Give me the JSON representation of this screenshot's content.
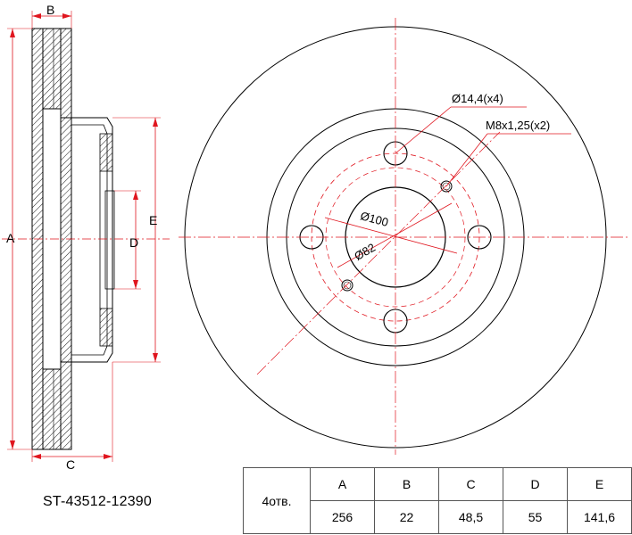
{
  "part_number": "ST-43512-12390",
  "dimension_letters": {
    "a": "A",
    "b": "B",
    "c": "C",
    "d": "D",
    "e": "E"
  },
  "callouts": {
    "bolt_holes": "Ø14,4(x4)",
    "threaded_holes": "M8x1,25(x2)",
    "pcd": "Ø100",
    "center_bore": "Ø82"
  },
  "spec_table": {
    "holes_label": "4отв.",
    "headers": [
      "A",
      "B",
      "C",
      "D",
      "E"
    ],
    "values": [
      "256",
      "22",
      "48,5",
      "55",
      "141,6"
    ]
  },
  "colors": {
    "outline": "#000000",
    "hatch": "#000000",
    "centerline": "#e0161f",
    "dimension": "#e0161f"
  }
}
